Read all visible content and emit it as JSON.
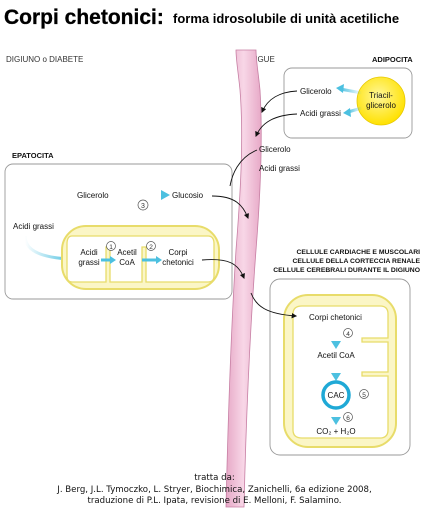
{
  "title": {
    "main": "Corpi chetonici:",
    "subtitle": "forma idrosolubile di unità acetiliche"
  },
  "regions": {
    "left_header": "DIGIUNO o DIABETE",
    "blood": "SANGUE",
    "adipocyte": "ADIPOCITA",
    "hepatocyte": "EPATOCITA",
    "target_cells": [
      "CELLULE CARDIACHE E MUSCOLARI",
      "CELLULE DELLA CORTECCIA RENALE",
      "CELLULE CEREBRALI DURANTE IL DIGIUNO"
    ]
  },
  "adipocyte": {
    "triacylglycerol": [
      "Triacil-",
      "glicerolo"
    ],
    "glycerol": "Glicerolo",
    "fatty_acids": "Acidi grassi"
  },
  "blood_molecules": {
    "glycerol": "Glicerolo",
    "fatty_acids": "Acidi grassi"
  },
  "hepatocyte": {
    "glycerol": "Glicerolo",
    "glucose": "Glucosio",
    "step_glucose": "3",
    "fatty_acids_in": "Acidi grassi",
    "mito_fatty_acids": [
      "Acidi",
      "grassi"
    ],
    "acetyl_coa": [
      "Acetil",
      "CoA"
    ],
    "ketone_bodies": [
      "Corpi",
      "chetonici"
    ],
    "step1": "1",
    "step2": "2"
  },
  "target": {
    "ketone_bodies": "Corpi chetonici",
    "step4": "4",
    "acetyl_coa": "Acetil CoA",
    "cac": "CAC",
    "step5": "5",
    "step6": "6",
    "products": "CO₂ + H₂O"
  },
  "caption": [
    "tratta da:",
    "J. Berg, J.L. Tymoczko, L. Stryer, Biochimica, Zanichelli, 6a edizione 2008,",
    "traduzione di P.L. Ipata, revisione di E. Melloni, F. Salamino."
  ],
  "colors": {
    "blood_vessel": "#f3c6dd",
    "blood_vessel_edge": "#c77fa4",
    "membrane_yellow": "#f6ec9a",
    "cell_border": "#9a9a9a",
    "fat_droplet": "#ffe600",
    "cyan_arrow": "#4cc0e0",
    "cac_ring": "#1fa9d6"
  }
}
